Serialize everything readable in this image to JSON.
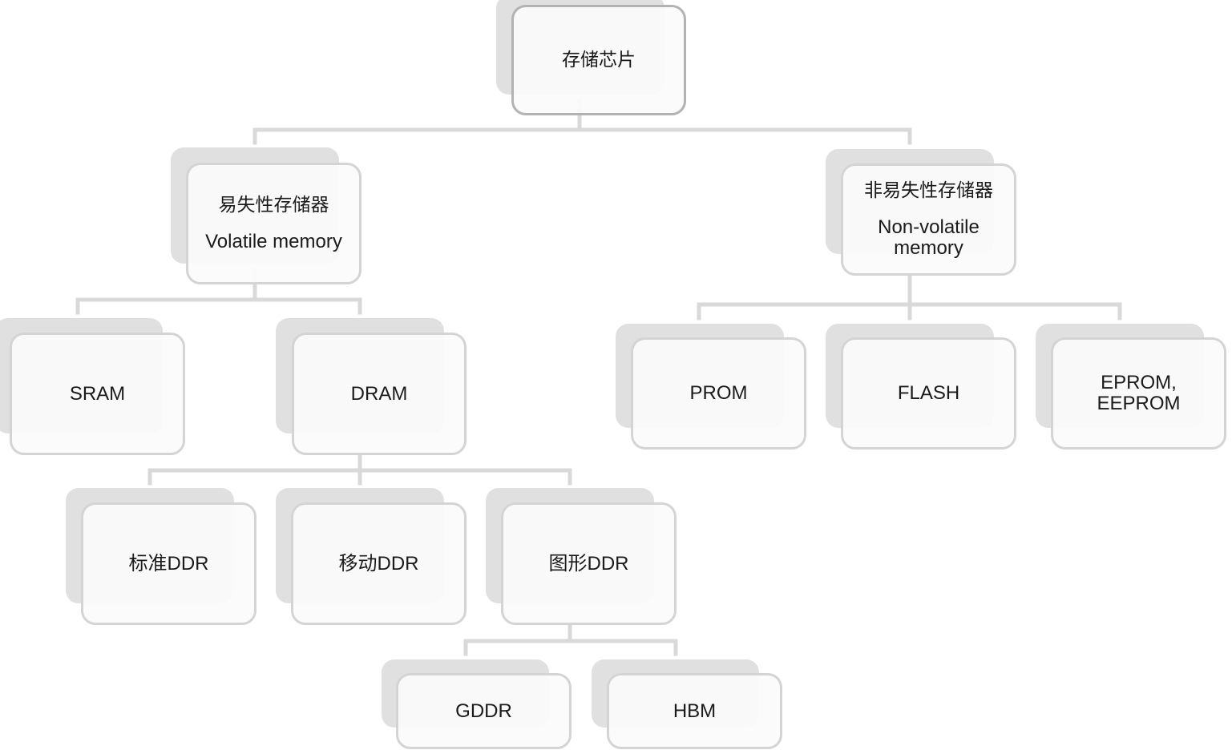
{
  "nodes": {
    "root": {
      "label": "存储芯片"
    },
    "volatile": {
      "label_zh": "易失性存储器",
      "label_en": "Volatile memory"
    },
    "nonvolatile": {
      "label_zh": "非易失性存储器",
      "label_en": "Non-volatile memory"
    },
    "sram": {
      "label": "SRAM"
    },
    "dram": {
      "label": "DRAM"
    },
    "prom": {
      "label": "PROM"
    },
    "flash": {
      "label": "FLASH"
    },
    "eprom": {
      "label": "EPROM, EEPROM"
    },
    "std_ddr": {
      "label": "标准DDR"
    },
    "mobile_ddr": {
      "label": "移动DDR"
    },
    "graphics_ddr": {
      "label": "图形DDR"
    },
    "gddr": {
      "label": "GDDR"
    },
    "hbm": {
      "label": "HBM"
    }
  },
  "colors": {
    "connector": "#d9d9d9",
    "card_border": "#d4d4d4",
    "root_border": "#b3b3b3",
    "shadow": "#e0e0e0",
    "text": "#1a1a1a"
  }
}
